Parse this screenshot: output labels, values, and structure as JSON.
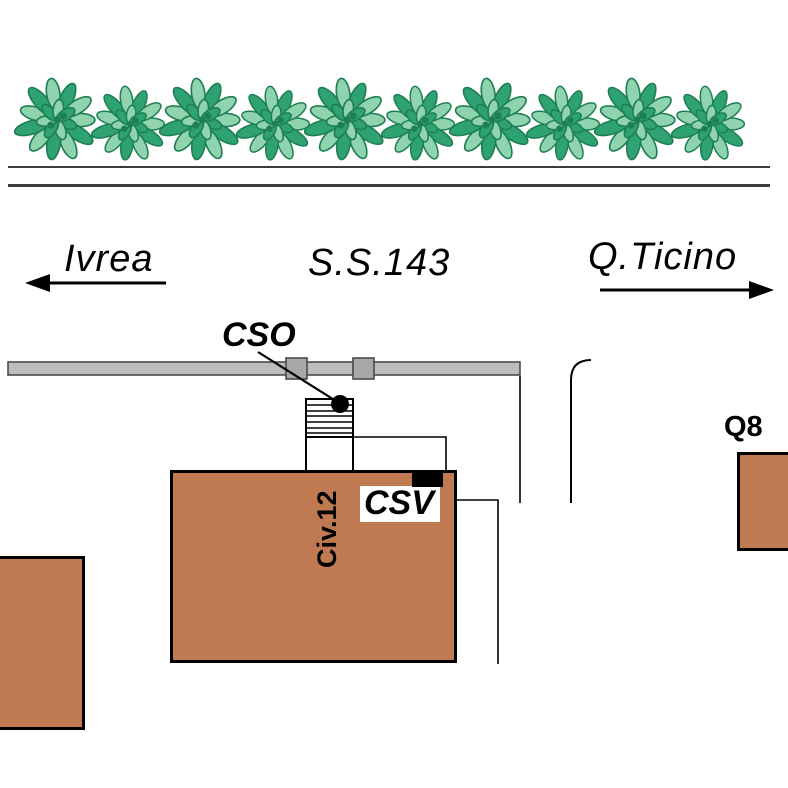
{
  "labels": {
    "left_destination": "Ivrea",
    "road_name": "S.S.143",
    "right_destination": "Q.Ticino",
    "node_cso": "CSO",
    "node_csv": "CSV",
    "gas_station": "Q8",
    "building_number": "Civ.12"
  },
  "colors": {
    "building_fill": "#C07A52",
    "road_bar_fill": "#BDBDBD",
    "connector_fill": "#A8A8A8",
    "road_bar_stroke": "#4A4A4A",
    "line_color": "#000000",
    "bush_dark": "#1E7F52",
    "bush_mid": "#2FA273",
    "bush_light": "#8FD4AE"
  },
  "hedge": {
    "bush_count": 10
  }
}
